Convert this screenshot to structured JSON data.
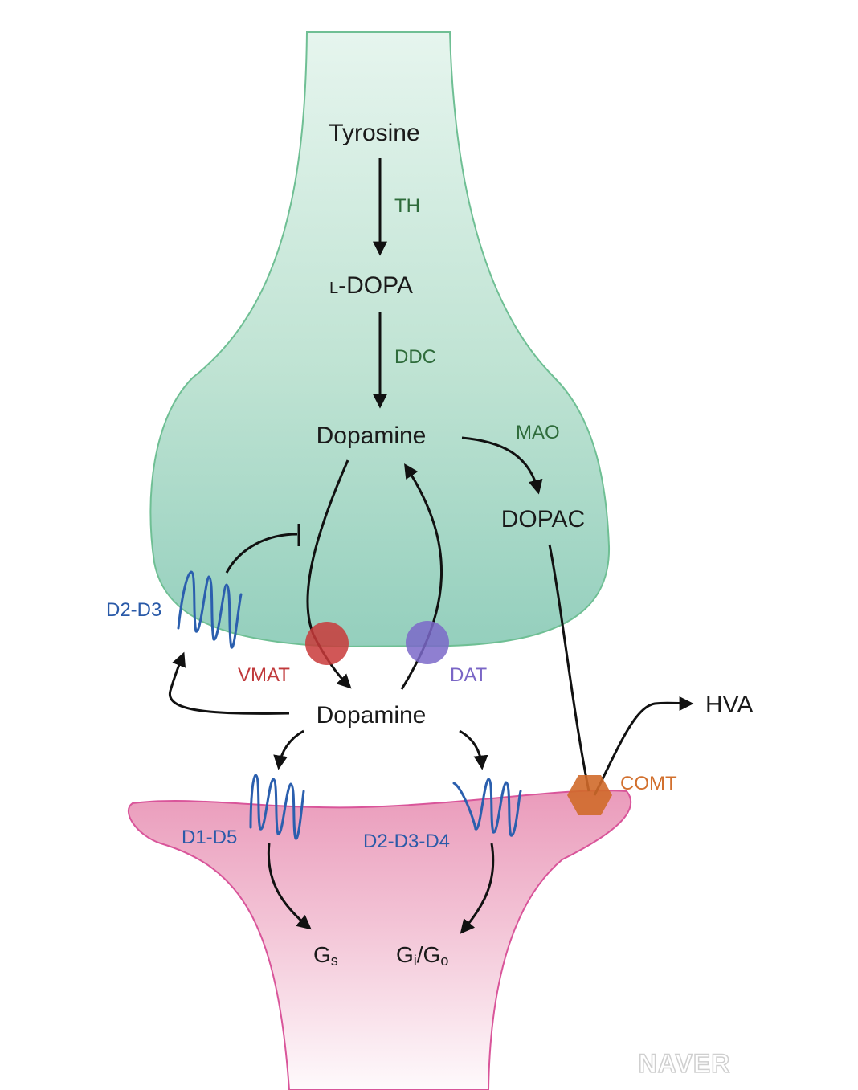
{
  "diagram": {
    "presynaptic": {
      "tyrosine": "Tyrosine",
      "th": "TH",
      "ldopa_prefix": "L",
      "ldopa_main": "-DOPA",
      "ddc": "DDC",
      "dopamine": "Dopamine",
      "mao": "MAO",
      "dopac": "DOPAC",
      "autoreceptor": "D2-D3",
      "vmat": "VMAT",
      "dat": "DAT"
    },
    "synapse": {
      "dopamine": "Dopamine",
      "comt": "COMT",
      "hva": "HVA"
    },
    "postsynaptic": {
      "d1_label": "D1-D5",
      "d2_label": "D2-D3-D4",
      "gs_main": "G",
      "gs_sub": "s",
      "gi_main1": "G",
      "gi_sub1": "i",
      "gi_sep": "/G",
      "gi_sub2": "o"
    },
    "watermark": "NAVER"
  },
  "colors": {
    "presynaptic_fill_top": "#e3f4ec",
    "presynaptic_fill_bottom": "#9fd3c3",
    "presynaptic_stroke": "#6fbf94",
    "postsynaptic_fill_top": "#ec9fbd",
    "postsynaptic_fill_bottom": "#fbeef3",
    "postsynaptic_stroke": "#d9559a",
    "vmat": "#c93a3a",
    "dat": "#7b68c9",
    "comt": "#d06a2a",
    "receptor": "#2b5fae",
    "enzyme_text": "#2e6b3a"
  }
}
